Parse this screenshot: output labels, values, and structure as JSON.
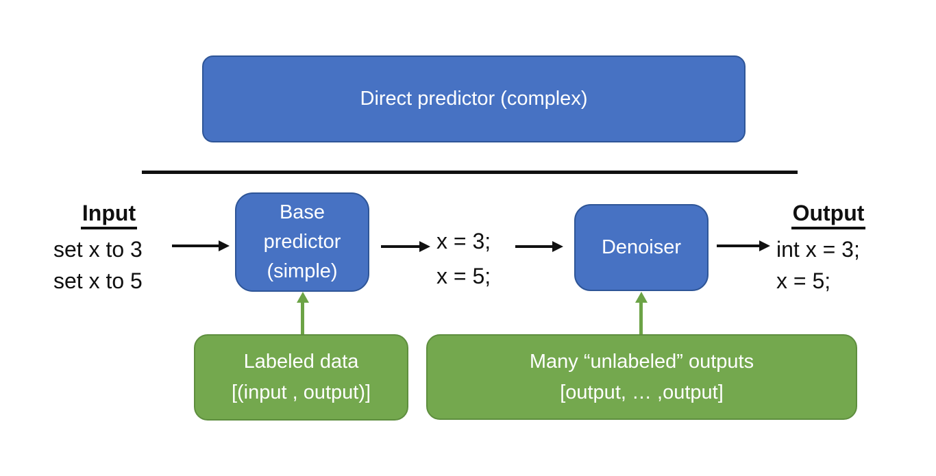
{
  "top_box": {
    "label": "Direct predictor (complex)"
  },
  "input": {
    "title": "Input",
    "lines": [
      "set x to 3",
      "set x to 5"
    ]
  },
  "base_box": {
    "lines": [
      "Base",
      "predictor",
      "(simple)"
    ]
  },
  "mid": {
    "lines": [
      "x = 3;",
      "x = 5;"
    ]
  },
  "denoiser": {
    "label": "Denoiser"
  },
  "output": {
    "title": "Output",
    "lines": [
      "int x = 3;",
      "x = 5;"
    ]
  },
  "labeled": {
    "lines": [
      "Labeled data",
      "[(input , output)]"
    ]
  },
  "unlabeled": {
    "lines": [
      "Many “unlabeled” outputs",
      "[output, … ,output]"
    ]
  },
  "icons": {
    "arrow_right": "arrow-right-icon",
    "arrow_up": "arrow-up-icon"
  },
  "colors": {
    "box_blue": "#4772C3",
    "box_blue_border": "#2E5597",
    "box_green": "#74A84E",
    "box_green_border": "#5E8E3E",
    "arrow_green": "#6CA346",
    "text_black": "#101010",
    "text_white": "#FFFFFF",
    "background": "#FFFFFF"
  }
}
